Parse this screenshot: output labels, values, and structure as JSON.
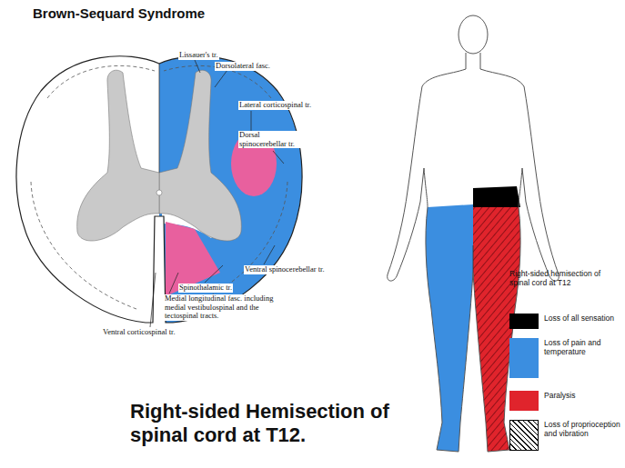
{
  "diagram": {
    "title": "Brown-Sequard Syndrome",
    "caption": "Right-sided Hemisection of spinal cord at T12.",
    "labels": [
      "Lissauer's tr.",
      "Dorsolateral fasc.",
      "Lateral corticospinal tr.",
      "Dorsal spinocerebellar tr.",
      "Ventral spinocerebellar tr.",
      "Spinothalamic tr.",
      "Medial longitudinal fasc. including medial vestibulospinal and the tectospinal tracts.",
      "Ventral corticospinal tr.",
      "Right-sided hemisection of spinal cord at T12"
    ],
    "legend": [
      {
        "text": "Loss of all sensation",
        "color": "#000000"
      },
      {
        "text": "Loss of pain and temperature",
        "color": "#3b8ee0"
      },
      {
        "text": "Paralysis",
        "color": "#e0242c"
      },
      {
        "text": "Loss of proprioception and vibration"
      }
    ]
  }
}
